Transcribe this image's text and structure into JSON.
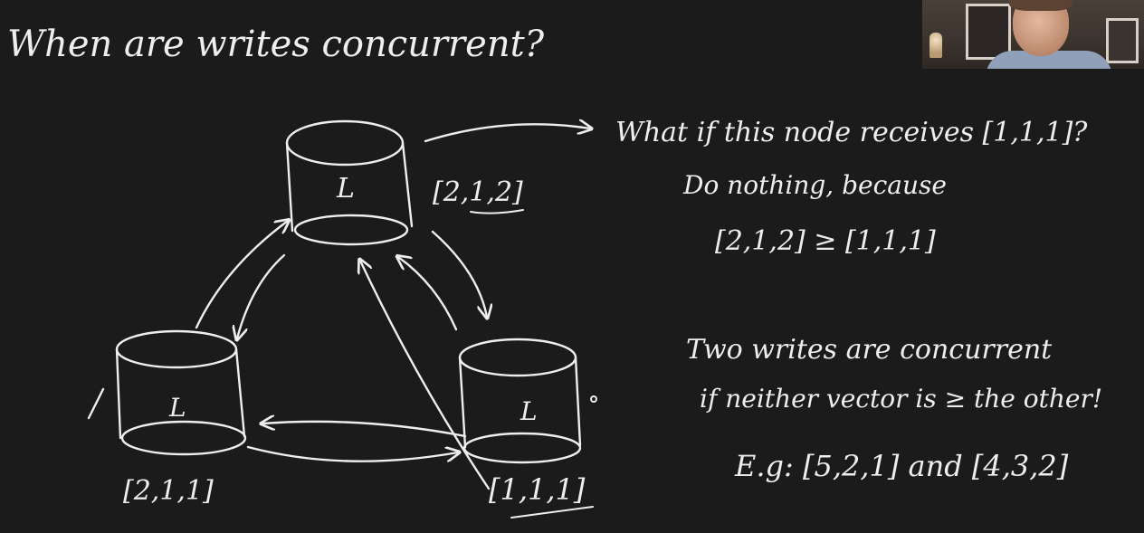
{
  "title": "When are writes concurrent?",
  "nodes": {
    "top": {
      "label": "L",
      "vector": "[2,1,2]"
    },
    "left": {
      "label": "L",
      "vector": "[2,1,1]"
    },
    "right": {
      "label": "L",
      "vector": "[1,1,1]"
    }
  },
  "notes": {
    "question": "What if this node receives [1,1,1]?",
    "answer_line1": "Do nothing, because",
    "answer_line2": "[2,1,2] ≥ [1,1,1]",
    "rule_line1": "Two writes are concurrent",
    "rule_line2": "if neither vector is ≥ the other!",
    "example": "E.g: [5,2,1] and [4,3,2]"
  },
  "colors": {
    "background": "#1b1b1b",
    "ink": "#eeeeee"
  }
}
